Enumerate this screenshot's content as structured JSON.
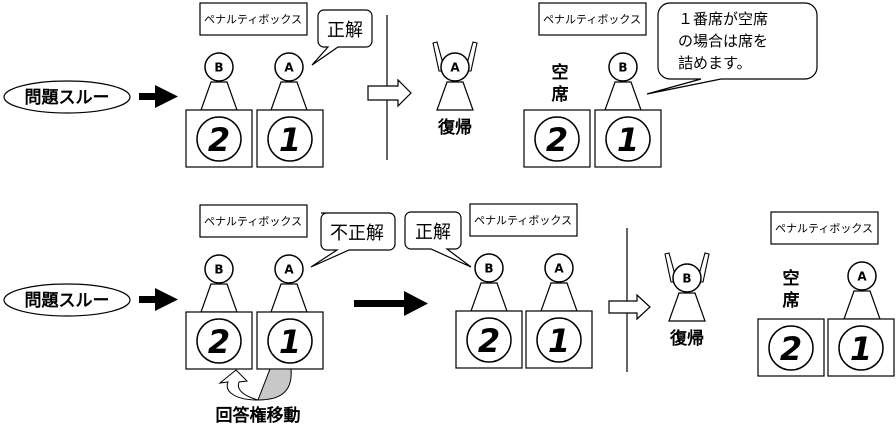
{
  "diagram_title": "Problem skip penalty box flow",
  "penalty_box_label": "ペナルティボックス",
  "rows": [
    {
      "trigger": "問題スルー",
      "stages": [
        {
          "penalty_box": "ペナルティボックス",
          "seats": [
            {
              "number": "2",
              "player": "B"
            },
            {
              "number": "1",
              "player": "A",
              "speech": "正解"
            }
          ]
        },
        {
          "returning_player": "A",
          "return_label": "復帰"
        },
        {
          "penalty_box": "ペナルティボックス",
          "empty_label": "空席",
          "seats": [
            {
              "number": "2",
              "player": ""
            },
            {
              "number": "1",
              "player": "B"
            }
          ],
          "note": [
            "１番席が空席",
            "の場合は席を",
            "詰めます。"
          ]
        }
      ]
    },
    {
      "trigger": "問題スルー",
      "stages": [
        {
          "penalty_box": "ペナルティボックス",
          "seats": [
            {
              "number": "2",
              "player": "B"
            },
            {
              "number": "1",
              "player": "A",
              "speech": "不正解"
            }
          ],
          "transfer_label": "回答権移動"
        },
        {
          "penalty_box": "ペナルティボックス",
          "seats": [
            {
              "number": "2",
              "player": "B",
              "speech": "正解"
            },
            {
              "number": "1",
              "player": "A"
            }
          ]
        },
        {
          "returning_player": "B",
          "return_label": "復帰"
        },
        {
          "penalty_box": "ペナルティボックス",
          "empty_label": "空席",
          "seats": [
            {
              "number": "2",
              "player": ""
            },
            {
              "number": "1",
              "player": "A"
            }
          ]
        }
      ]
    }
  ],
  "labels": {
    "trigger": "問題スルー",
    "penalty_box": "ペナルティボックス",
    "correct": "正解",
    "incorrect": "不正解",
    "return": "復帰",
    "empty_seat_top": "空",
    "empty_seat_bottom": "席",
    "transfer": "回答権移動",
    "note_line1": "１番席が空席",
    "note_line2": "の場合は席を",
    "note_line3": "詰めます。",
    "seat1": "1",
    "seat2": "2",
    "player_a": "A",
    "player_b": "B"
  }
}
